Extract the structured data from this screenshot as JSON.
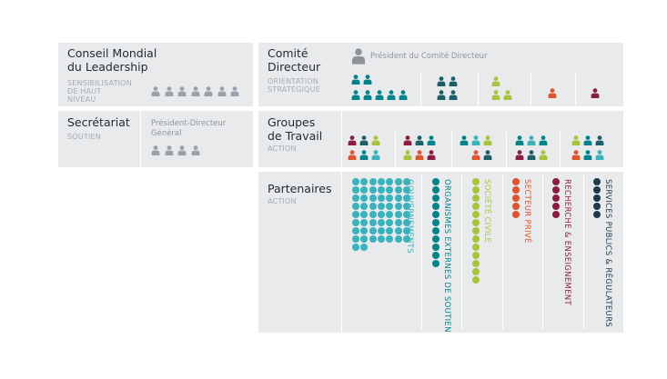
{
  "colors": {
    "grey": "#9aa1a8",
    "darkgrey": "#8c939a",
    "teal": "#00848c",
    "darkteal": "#1d5f66",
    "lime": "#a9c43a",
    "orange": "#e2532c",
    "maroon": "#8c1d40",
    "cyan": "#39b3bb",
    "navy": "#1b3a4b"
  },
  "council": {
    "title": "Conseil Mondial\ndu Leadership",
    "subtitle": "SENSIBILISATION\nDE HAUT\nNIVEAU"
  },
  "secretariat": {
    "title": "Secrétariat",
    "subtitle": "SOUTIEN",
    "note": "Président-Directeur\nGénéral"
  },
  "committee": {
    "title": "Comité\nDirecteur",
    "subtitle": "ORIENTATION\nSTRATÉGIQUE",
    "president_label": "Président du Comité Directeur"
  },
  "workgroups": {
    "title": "Groupes\nde Travail",
    "subtitle": "ACTION"
  },
  "partners": {
    "title": "Partenaires",
    "subtitle": "ACTION",
    "categories": [
      {
        "label": "GOUVERNEMENTS",
        "color": "#39b3bb"
      },
      {
        "label": "ORGANISMES EXTERNES DE SOUTIEN",
        "color": "#00848c"
      },
      {
        "label": "SOCIÉTÉ CIVILE",
        "color": "#a9c43a"
      },
      {
        "label": "SECTEUR PRIVÉ",
        "color": "#e2532c"
      },
      {
        "label": "RECHERCHE & ENSEIGNEMENT",
        "color": "#8c1d40"
      },
      {
        "label": "SERVICES PUBLICS & RÉGULATEURS",
        "color": "#1b3a4b"
      }
    ]
  }
}
